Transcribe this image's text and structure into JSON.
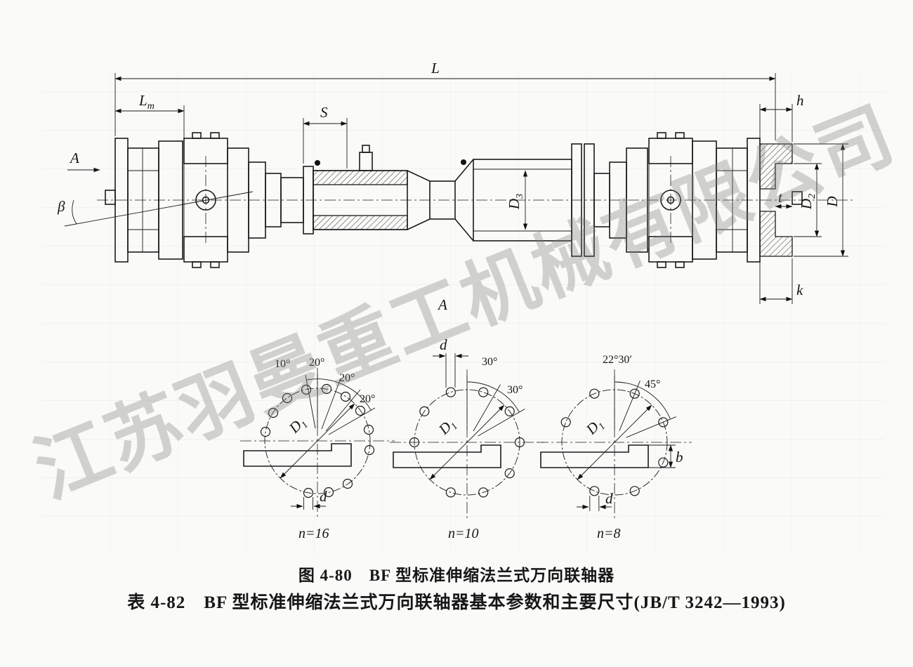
{
  "watermark": {
    "text": "江苏羽曼重工机械有限公司"
  },
  "captions": {
    "figure": "图 4-80　BF 型标准伸缩法兰式万向联轴器",
    "table": "表 4-82　BF 型标准伸缩法兰式万向联轴器基本参数和主要尺寸(JB/T 3242—1993)"
  },
  "dims": {
    "L": "L",
    "Lm_base": "L",
    "Lm_sub": "m",
    "S": "S",
    "h": "h",
    "beta": "β",
    "A_view": "A",
    "A_section": "A",
    "D3_base": "D",
    "D3_sub": "3",
    "D2_base": "D",
    "D2_sub": "2",
    "D": "D",
    "t": "t",
    "k": "k"
  },
  "bolt_diagrams": [
    {
      "caption": "n=16",
      "angle1": "10°",
      "angle2": "20°",
      "angle3": "20°",
      "angle4": "20°",
      "D1_base": "D",
      "D1_sub": "1",
      "d_bottom": "d"
    },
    {
      "caption": "n=10",
      "angle1": "30°",
      "angle2": "30°",
      "D1_base": "D",
      "D1_sub": "1",
      "d_top": "d"
    },
    {
      "caption": "n=8",
      "angle1": "22°30′",
      "angle2": "45°",
      "D1_base": "D",
      "D1_sub": "1",
      "d_bottom": "d",
      "b": "b"
    }
  ]
}
